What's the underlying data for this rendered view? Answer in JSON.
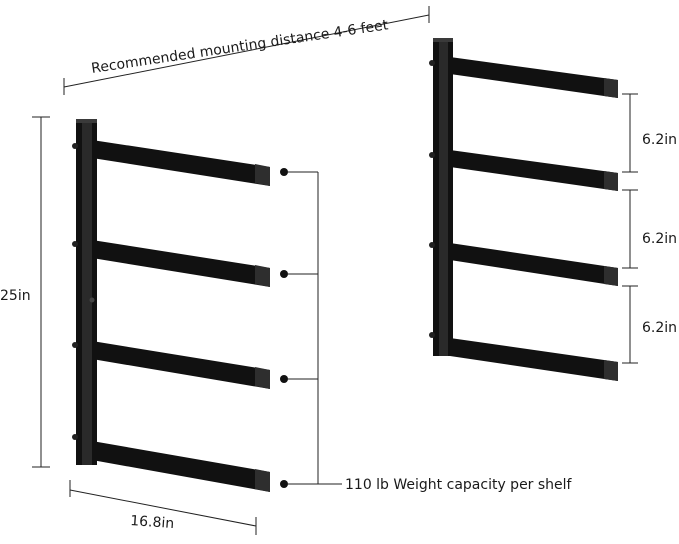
{
  "labels": {
    "mounting_distance": "Recommended mounting distance 4-6 feet",
    "height": "25in",
    "depth": "16.8in",
    "weight_capacity": "110 lb Weight capacity per shelf",
    "spacing_1": "6.2in",
    "spacing_2": "6.2in",
    "spacing_3": "6.2in"
  },
  "colors": {
    "rack": "#111111",
    "rack_highlight": "#3a3a3a",
    "dimension_line": "#222222"
  }
}
